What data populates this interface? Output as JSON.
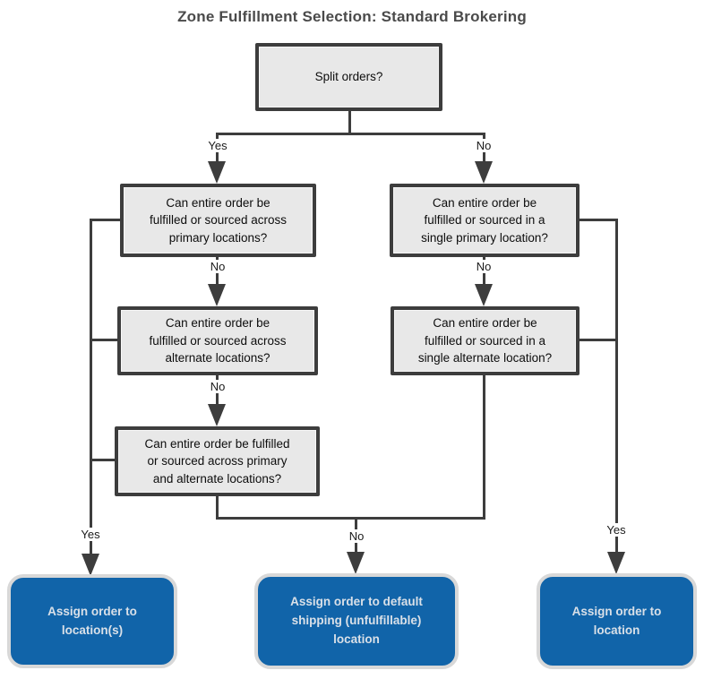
{
  "title": "Zone Fulfillment Selection: Standard Brokering",
  "colors": {
    "background": "#ffffff",
    "line": "#3d3d3d",
    "decision_fill": "#e8e8e8",
    "decision_border": "#3d3d3d",
    "decision_text": "#0d0d0d",
    "terminal_fill": "#1164a9",
    "terminal_border": "#d8d8d8",
    "terminal_text": "#d9e0e8",
    "title_text": "#4a4a4a"
  },
  "nodes": {
    "split": {
      "text": "Split orders?"
    },
    "l1": {
      "text": "Can entire order be\nfulfilled or sourced across\nprimary locations?"
    },
    "r1": {
      "text": "Can entire order be\nfulfilled or sourced in a\nsingle primary location?"
    },
    "l2": {
      "text": "Can entire order be\nfulfilled or sourced  across\nalternate locations?"
    },
    "r2": {
      "text": "Can entire order be\nfulfilled or sourced in a\nsingle alternate location?"
    },
    "l3": {
      "text": "Can entire order be fulfilled\nor sourced across primary\nand alternate locations?"
    }
  },
  "terminals": {
    "assign_locations": {
      "text": "Assign order to\nlocation(s)"
    },
    "assign_default_shipping": {
      "text": "Assign order to default\nshipping (unfulfillable)\nlocation"
    },
    "assign_location": {
      "text": "Assign order to\nlocation"
    }
  },
  "edge_labels": {
    "split_yes": "Yes",
    "split_no": "No",
    "l1_no": "No",
    "r1_no": "No",
    "l2_no": "No",
    "combined_no": "No",
    "left_yes": "Yes",
    "right_yes": "Yes"
  }
}
